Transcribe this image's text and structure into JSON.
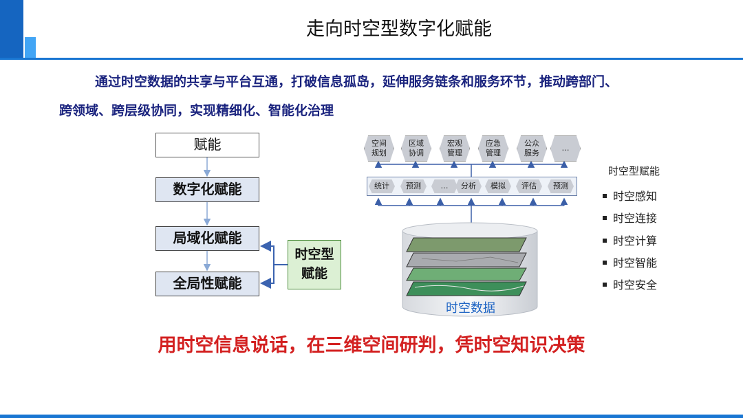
{
  "title": "走向时空型数字化赋能",
  "intro": {
    "line1": "通过时空数据的共享与平台互通，打破信息孤岛，延伸服务链条和服务环节，推动跨部门、",
    "line2": "跨领域、跨层级协同，实现精细化、智能化治理"
  },
  "flow": {
    "empower": "赋能",
    "digital": "数字化赋能",
    "local": "局域化赋能",
    "global": "全局性赋能",
    "spatial_line1": "时空型",
    "spatial_line2": "赋能"
  },
  "apps": [
    {
      "l1": "空间",
      "l2": "规划"
    },
    {
      "l1": "区域",
      "l2": "协调"
    },
    {
      "l1": "宏观",
      "l2": "管理"
    },
    {
      "l1": "应急",
      "l2": "管理"
    },
    {
      "l1": "公众",
      "l2": "服务"
    },
    {
      "l1": "…",
      "l2": ""
    }
  ],
  "functions": [
    "统计",
    "预测",
    "…",
    "分析",
    "模拟",
    "评估",
    "预测"
  ],
  "data_label": "时空数据",
  "legend": {
    "title": "时空型赋能",
    "items": [
      "时空感知",
      "时空连接",
      "时空计算",
      "时空智能",
      "时空安全"
    ]
  },
  "slogan": "用时空信息说话，在三维空间研判，凭时空知识决策",
  "colors": {
    "accent": "#1976d2",
    "intro": "#1a237e",
    "slogan": "#d32020",
    "green": "#4a8c3a"
  }
}
